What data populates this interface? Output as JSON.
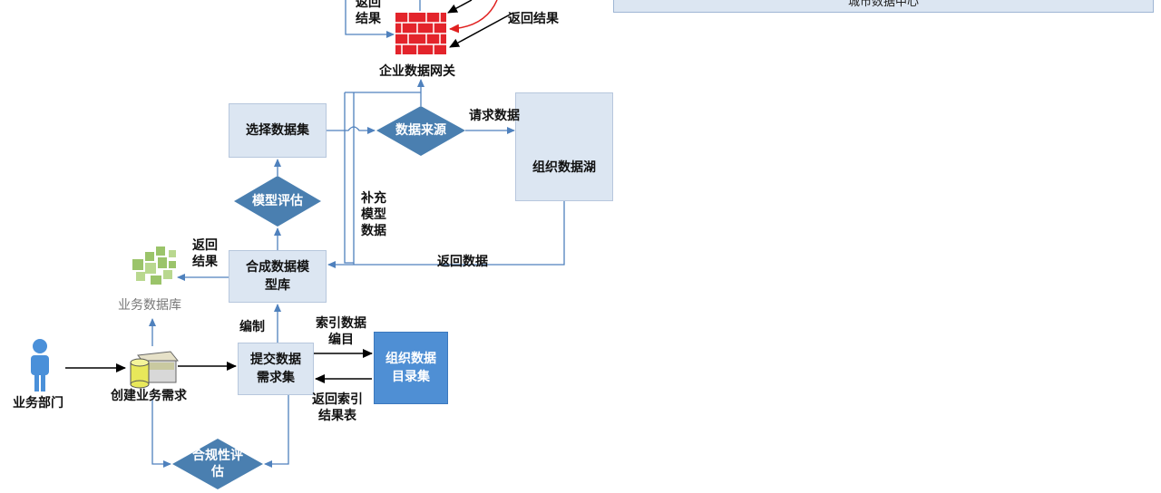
{
  "banner": {
    "text": "城市数据中心"
  },
  "labels": {
    "return_result_top_left": [
      "返回",
      "结果"
    ],
    "return_result_top_right": "返回结果",
    "gateway": "企业数据网关",
    "request_data": "请求数据",
    "supplement_model_data": [
      "补充",
      "模型",
      "数据"
    ],
    "return_result_mid": [
      "返回",
      "结果"
    ],
    "return_data": "返回数据",
    "business_db": "业务数据库",
    "compile": "编制",
    "index_catalog": [
      "索引数据",
      "编目"
    ],
    "return_index_table": [
      "返回索引",
      "结果表"
    ],
    "business_dept": "业务部门",
    "create_requirement": "创建业务需求"
  },
  "boxes": {
    "select_dataset": "选择数据集",
    "org_data_lake": "组织数据湖",
    "synthetic_model_lib": [
      "合成数据模",
      "型库"
    ],
    "submit_requirement_set": [
      "提交数据",
      "需求集"
    ],
    "org_catalog_set": [
      "组织数据",
      "目录集"
    ]
  },
  "diamonds": {
    "data_source": "数据来源",
    "model_evaluation": "模型评估",
    "compliance_evaluation": [
      "合规性评",
      "估"
    ]
  },
  "colors": {
    "box_fill": "#dce6f2",
    "box_dark_fill": "#4f8fd4",
    "diamond_fill": "#4a7fb0",
    "connector": "#4f81bd",
    "arrow_black": "#000000",
    "arrow_red": "#e0201f",
    "firewall_red": "#e3242b",
    "db_yellow": "#e8e85a",
    "person_blue": "#4a90d9",
    "db_icon_green": "#9bc46a"
  },
  "icons": {
    "firewall": "firewall-icon",
    "database_cylinders": "database-cylinders-icon",
    "business_db": "puzzle-database-icon",
    "person": "person-icon",
    "requirement": "document-database-icon"
  }
}
